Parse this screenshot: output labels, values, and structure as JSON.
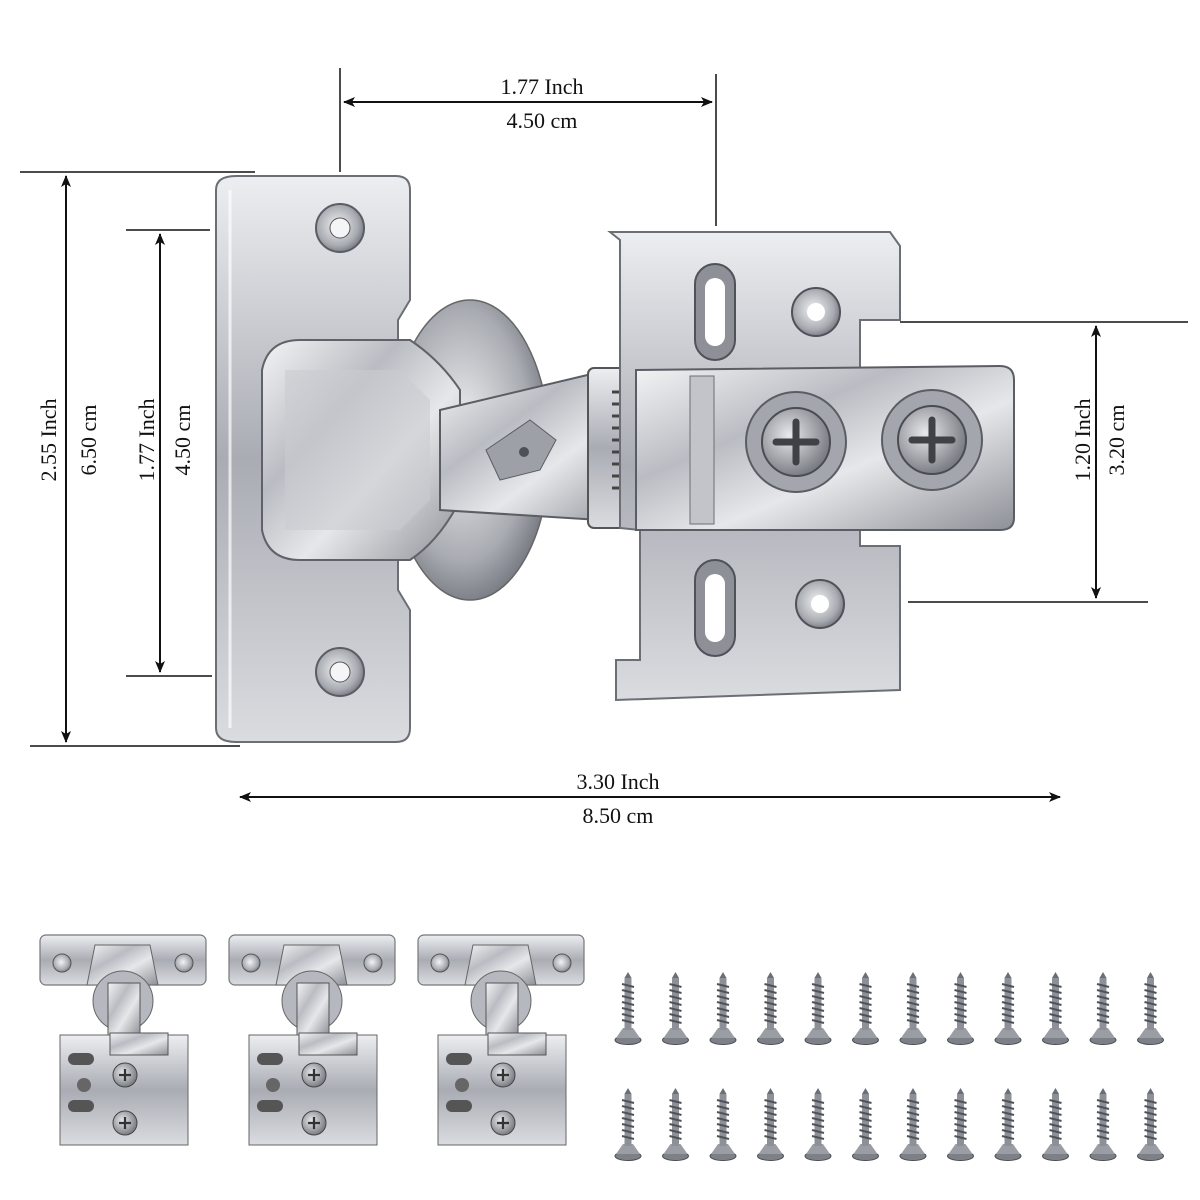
{
  "dimensions": {
    "top_width": {
      "inch": "1.77 Inch",
      "cm": "4.50 cm"
    },
    "overall_height": {
      "inch": "2.55 Inch",
      "cm": "6.50 cm"
    },
    "hole_spacing": {
      "inch": "1.77 Inch",
      "cm": "4.50 cm"
    },
    "plate_height": {
      "inch": "1.20 Inch",
      "cm": "3.20 cm"
    },
    "overall_width": {
      "inch": "3.30 Inch",
      "cm": "8.50 cm"
    }
  },
  "package": {
    "hinge_count": 3,
    "screw_count": 24
  }
}
